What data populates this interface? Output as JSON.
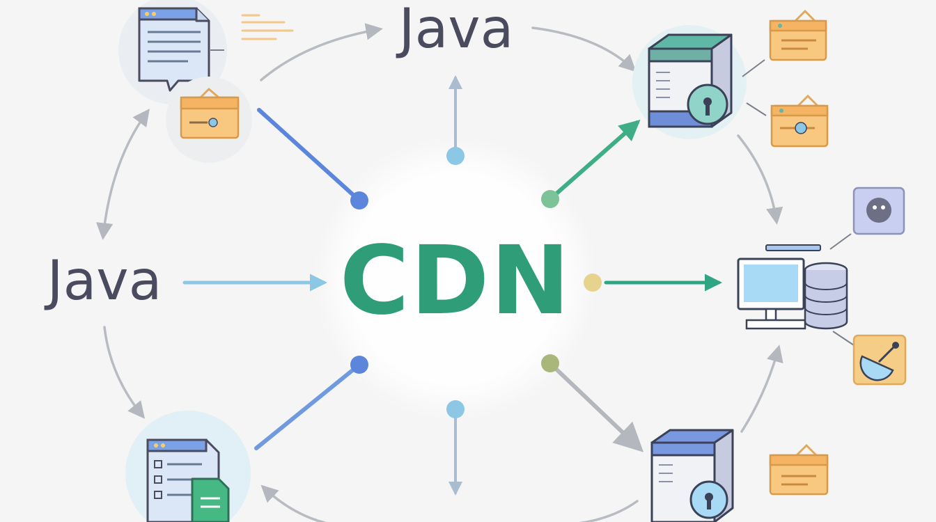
{
  "diagram": {
    "center_label": "CDN",
    "node_labels": {
      "top": "Java",
      "left": "Java"
    }
  },
  "icons": [
    "document-chat-icon",
    "text-lines-icon",
    "folder-icon",
    "server-lock-icon",
    "desktop-computer-icon",
    "database-icon",
    "user-avatar-icon",
    "satellite-dish-icon",
    "document-list-icon",
    "document-green-icon"
  ],
  "colors": {
    "background": "#f4f5f4",
    "cdn_text": "#2f9e78",
    "java_text": "#4a4b5e",
    "blue_line": "#5b86dc",
    "green_line": "#3fae86",
    "light_blue_line": "#8cc7e6",
    "gray_line": "#b4b8be",
    "folder_orange": "#f8c880",
    "dot_yellow": "#e6d38e",
    "dot_olive": "#a9b87a"
  }
}
